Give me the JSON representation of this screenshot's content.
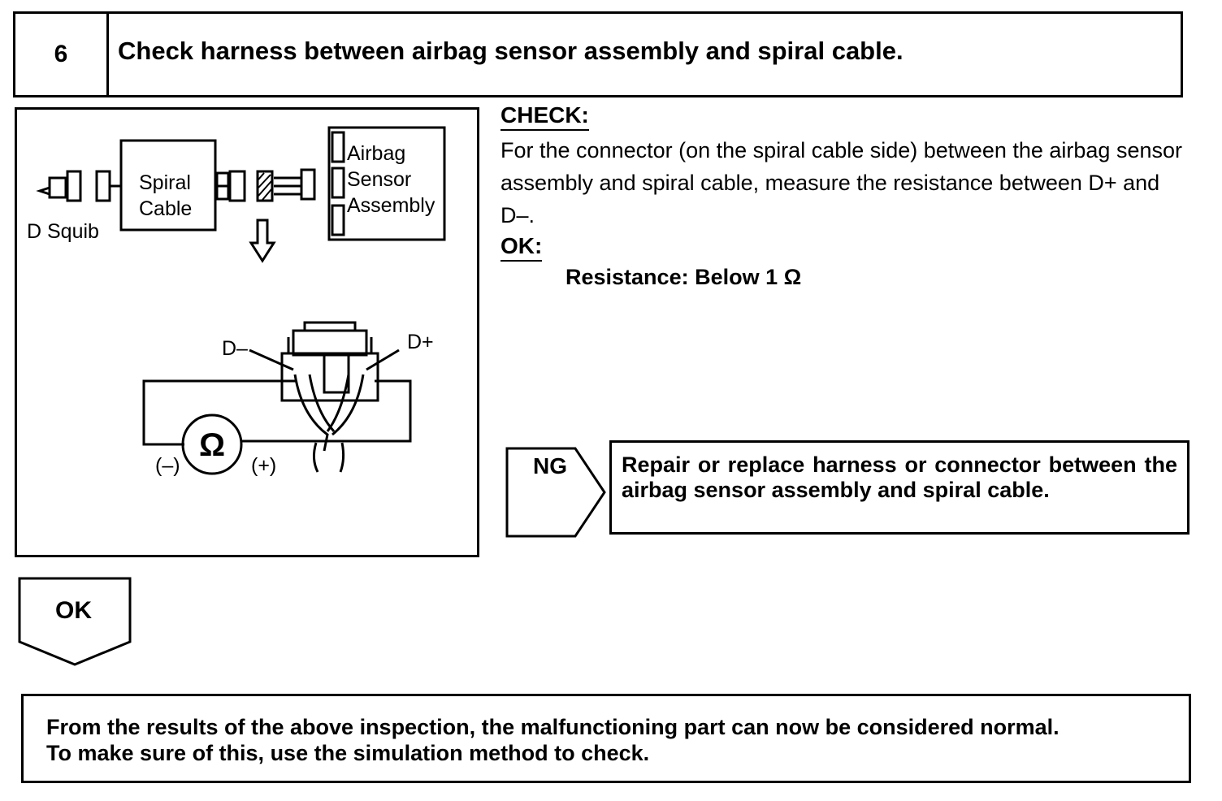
{
  "step": {
    "number": "6",
    "title": "Check harness between airbag sensor assembly and spiral cable."
  },
  "diagram": {
    "spiral_cable_line1": "Spiral",
    "spiral_cable_line2": "Cable",
    "airbag_line1": "Airbag",
    "airbag_line2": "Sensor",
    "airbag_line3": "Assembly",
    "squib_label": "D Squib",
    "d_minus_label": "D–",
    "d_plus_label": "D+",
    "ohm_symbol": "Ω",
    "minus_label": "(–)",
    "plus_label": "(+)"
  },
  "check": {
    "heading": "CHECK:",
    "body": "For the connector (on the spiral cable side) between the airbag sensor assembly and spiral cable, measure the resistance between D+ and D–."
  },
  "ok": {
    "heading": "OK:",
    "spec": "Resistance: Below 1 Ω"
  },
  "ng": {
    "label": "NG",
    "action": "Repair or replace harness or connector between the airbag sensor assembly and spiral cable."
  },
  "ok_branch": {
    "label": "OK"
  },
  "conclusion": {
    "line1": "From the results of the above inspection, the malfunctioning part can now be considered normal.",
    "line2": "To make sure of this, use the simulation method to check."
  }
}
